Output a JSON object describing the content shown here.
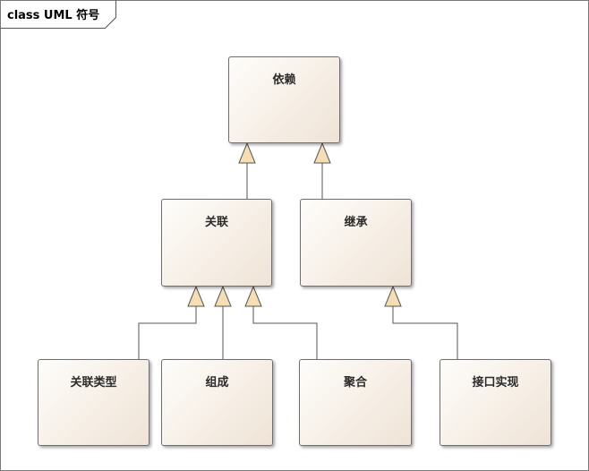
{
  "diagram": {
    "title": "class UML 符号",
    "classes": {
      "dependency": "依赖",
      "association": "关联",
      "inheritance": "继承",
      "association_type": "关联类型",
      "composition": "组成",
      "aggregation": "聚合",
      "interface_realization": "接口实现"
    }
  }
}
